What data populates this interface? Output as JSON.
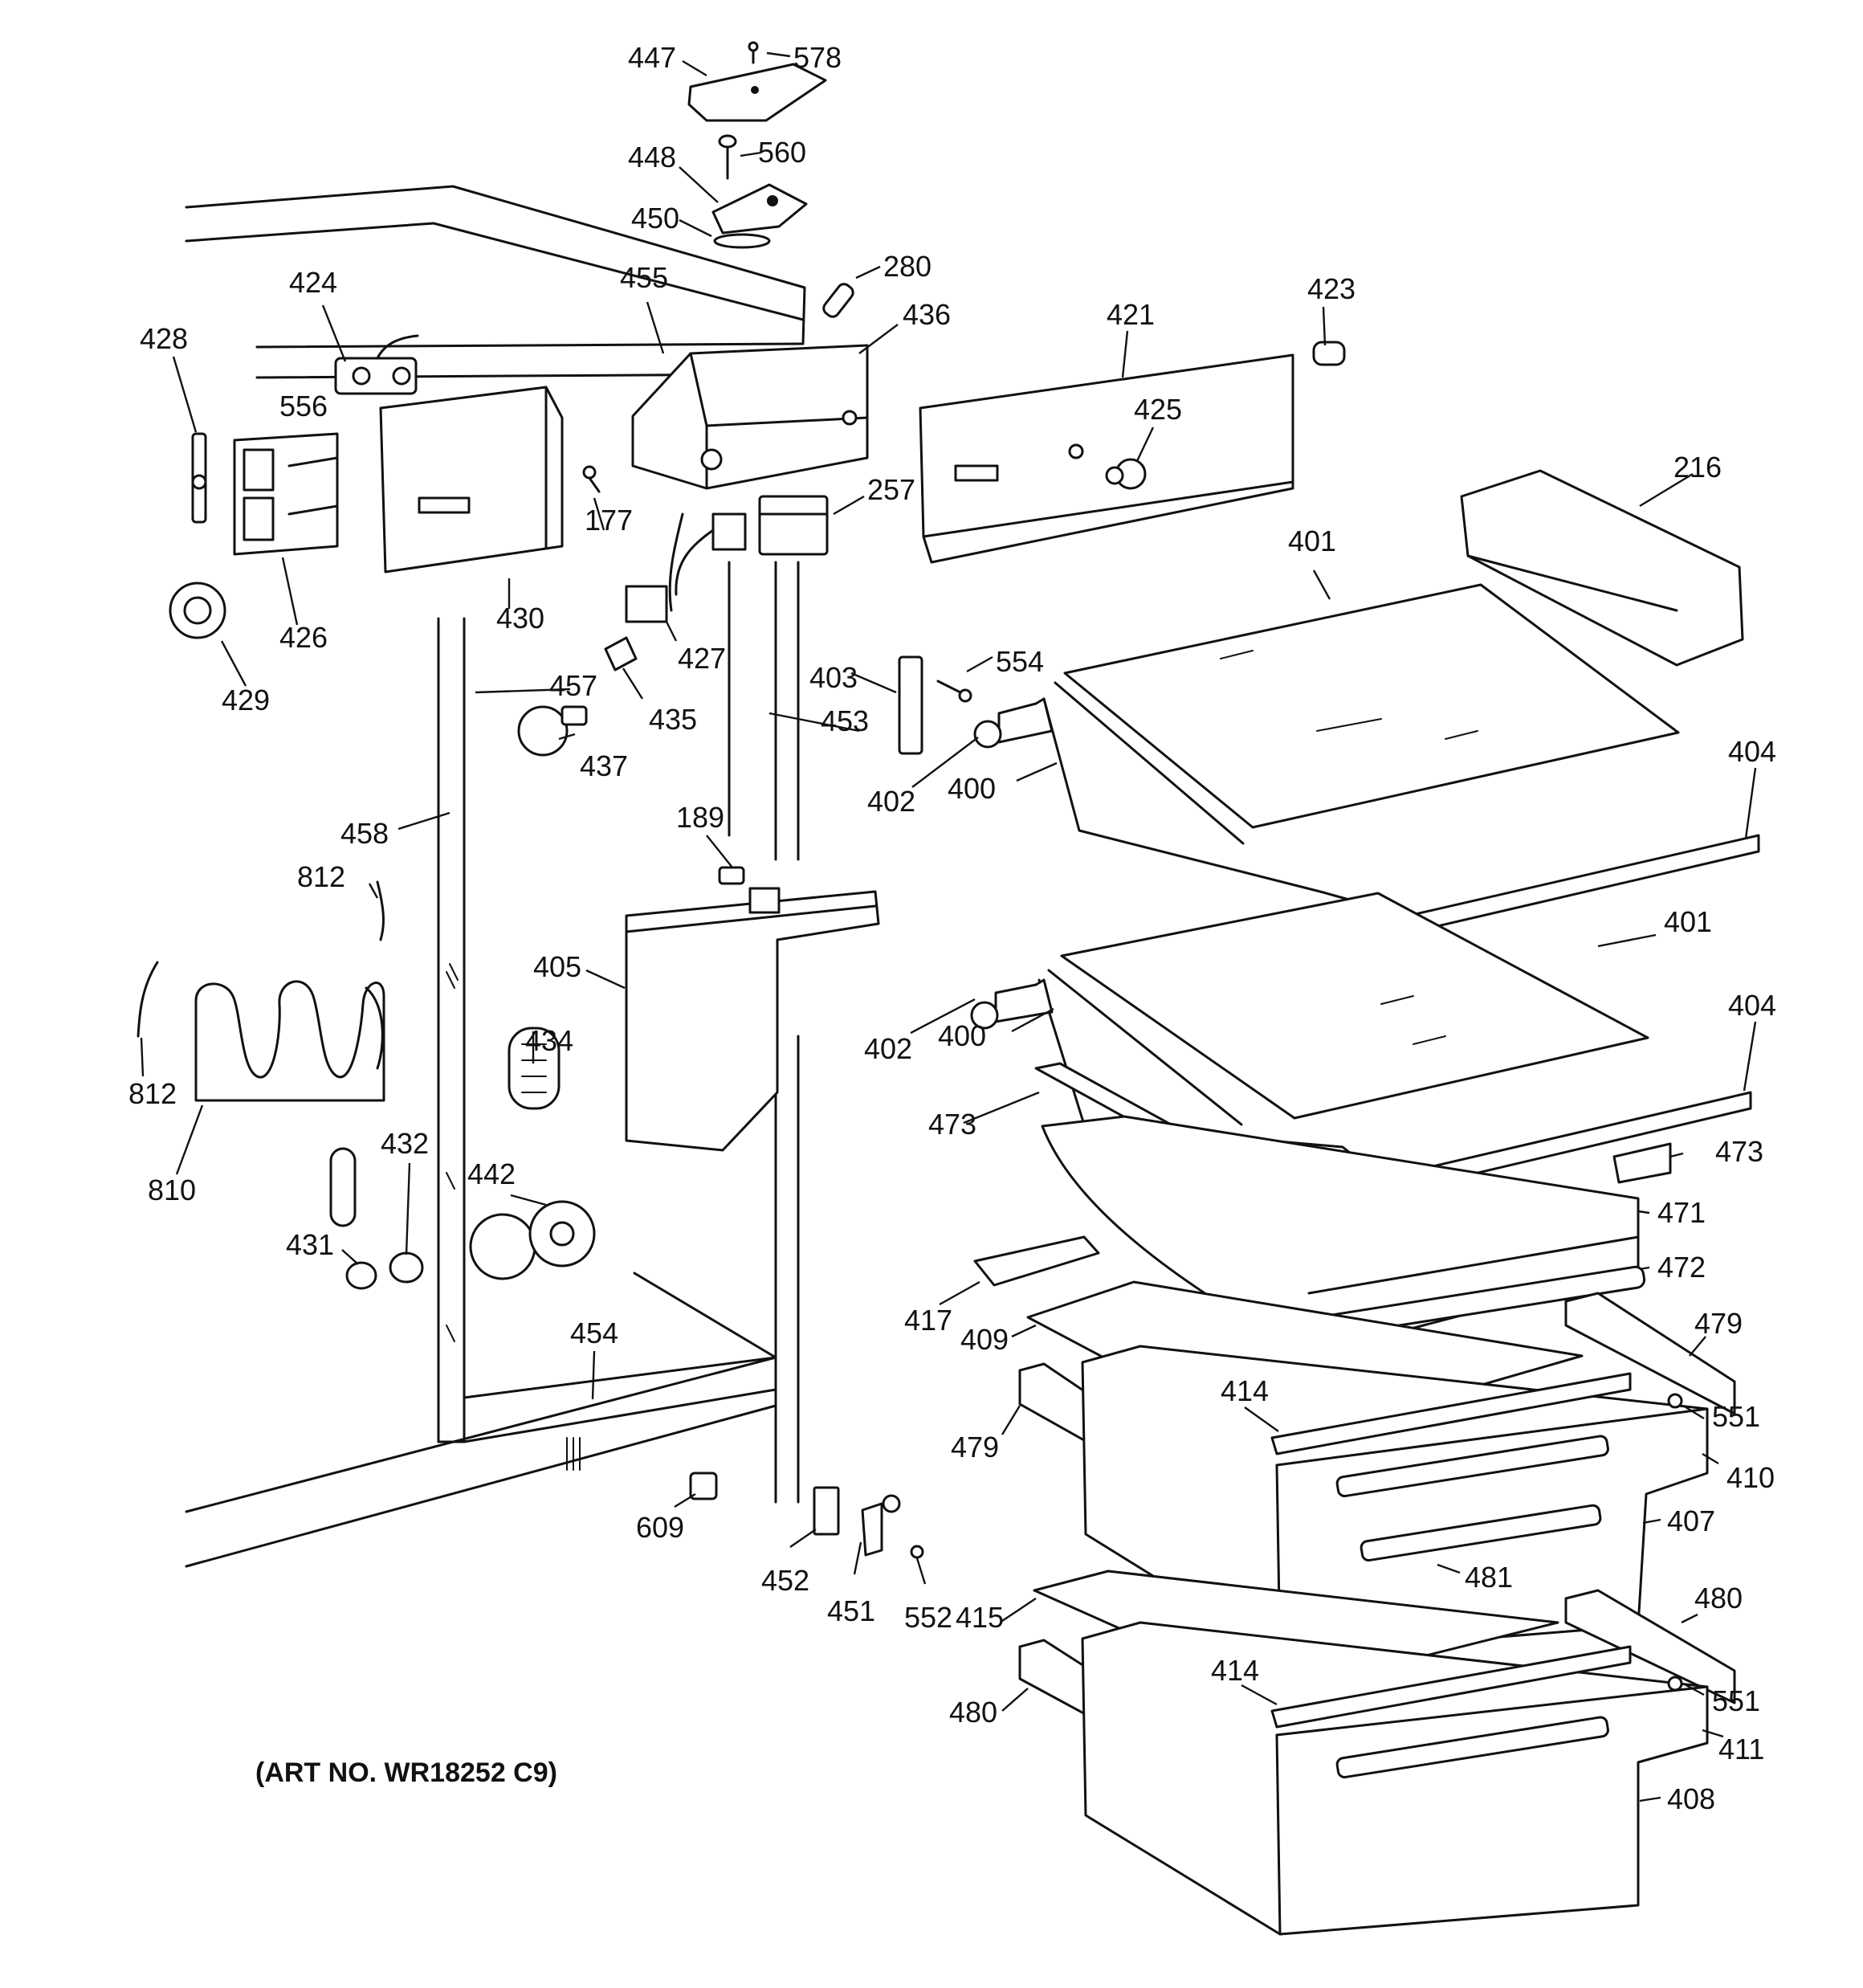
{
  "diagram": {
    "art_number": "(ART NO. WR18252 C9)",
    "callouts": [
      {
        "id": "447",
        "label": "447"
      },
      {
        "id": "578",
        "label": "578"
      },
      {
        "id": "448",
        "label": "448"
      },
      {
        "id": "560",
        "label": "560"
      },
      {
        "id": "450",
        "label": "450"
      },
      {
        "id": "280",
        "label": "280"
      },
      {
        "id": "424",
        "label": "424"
      },
      {
        "id": "455",
        "label": "455"
      },
      {
        "id": "436",
        "label": "436"
      },
      {
        "id": "421",
        "label": "421"
      },
      {
        "id": "423",
        "label": "423"
      },
      {
        "id": "428",
        "label": "428"
      },
      {
        "id": "556",
        "label": "556"
      },
      {
        "id": "425",
        "label": "425"
      },
      {
        "id": "216",
        "label": "216"
      },
      {
        "id": "177",
        "label": "177"
      },
      {
        "id": "257",
        "label": "257"
      },
      {
        "id": "426",
        "label": "426"
      },
      {
        "id": "430",
        "label": "430"
      },
      {
        "id": "401a",
        "label": "401"
      },
      {
        "id": "427",
        "label": "427"
      },
      {
        "id": "429",
        "label": "429"
      },
      {
        "id": "457",
        "label": "457"
      },
      {
        "id": "435",
        "label": "435"
      },
      {
        "id": "403",
        "label": "403"
      },
      {
        "id": "554",
        "label": "554"
      },
      {
        "id": "453",
        "label": "453"
      },
      {
        "id": "437",
        "label": "437"
      },
      {
        "id": "402a",
        "label": "402"
      },
      {
        "id": "400a",
        "label": "400"
      },
      {
        "id": "404a",
        "label": "404"
      },
      {
        "id": "458",
        "label": "458"
      },
      {
        "id": "189",
        "label": "189"
      },
      {
        "id": "812a",
        "label": "812"
      },
      {
        "id": "401b",
        "label": "401"
      },
      {
        "id": "405",
        "label": "405"
      },
      {
        "id": "402b",
        "label": "402"
      },
      {
        "id": "400b",
        "label": "400"
      },
      {
        "id": "404b",
        "label": "404"
      },
      {
        "id": "434",
        "label": "434"
      },
      {
        "id": "812b",
        "label": "812"
      },
      {
        "id": "473a",
        "label": "473"
      },
      {
        "id": "473b",
        "label": "473"
      },
      {
        "id": "810",
        "label": "810"
      },
      {
        "id": "432",
        "label": "432"
      },
      {
        "id": "442",
        "label": "442"
      },
      {
        "id": "471",
        "label": "471"
      },
      {
        "id": "431",
        "label": "431"
      },
      {
        "id": "472",
        "label": "472"
      },
      {
        "id": "417",
        "label": "417"
      },
      {
        "id": "409",
        "label": "409"
      },
      {
        "id": "454",
        "label": "454"
      },
      {
        "id": "479a",
        "label": "479"
      },
      {
        "id": "414a",
        "label": "414"
      },
      {
        "id": "551a",
        "label": "551"
      },
      {
        "id": "479b",
        "label": "479"
      },
      {
        "id": "410",
        "label": "410"
      },
      {
        "id": "407",
        "label": "407"
      },
      {
        "id": "609",
        "label": "609"
      },
      {
        "id": "481",
        "label": "481"
      },
      {
        "id": "452",
        "label": "452"
      },
      {
        "id": "451",
        "label": "451"
      },
      {
        "id": "552",
        "label": "552"
      },
      {
        "id": "415",
        "label": "415"
      },
      {
        "id": "480a",
        "label": "480"
      },
      {
        "id": "414b",
        "label": "414"
      },
      {
        "id": "551b",
        "label": "551"
      },
      {
        "id": "480b",
        "label": "480"
      },
      {
        "id": "411",
        "label": "411"
      },
      {
        "id": "408",
        "label": "408"
      }
    ]
  }
}
